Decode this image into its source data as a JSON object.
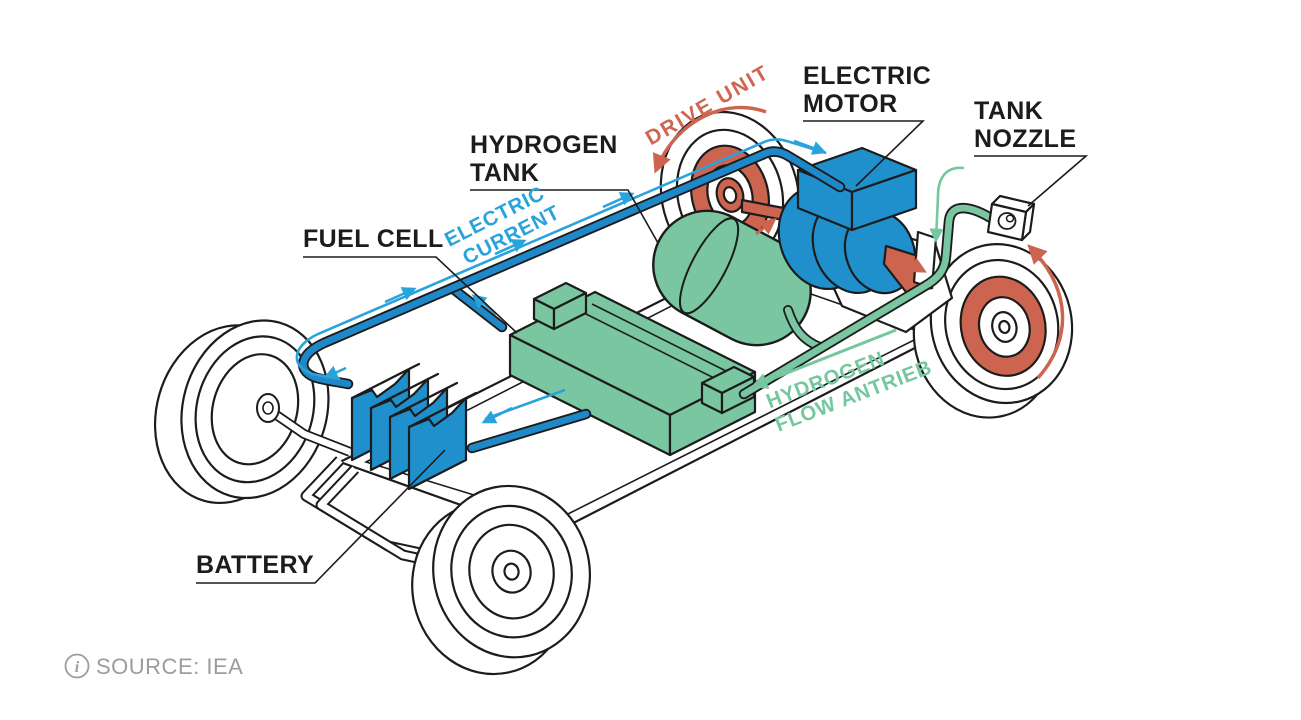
{
  "labels": {
    "hydrogen_tank": {
      "line1": "HYDROGEN",
      "line2": "TANK"
    },
    "fuel_cell": "FUEL CELL",
    "electric_motor": {
      "line1": "ELECTRIC",
      "line2": "MOTOR"
    },
    "tank_nozzle": {
      "line1": "TANK",
      "line2": "NOZZLE"
    },
    "battery": "BATTERY"
  },
  "annotations": {
    "drive_unit": {
      "text": "DRIVE UNIT",
      "color": "#d0664f"
    },
    "electric_current": {
      "line1": "ELECTRIC",
      "line2": "CURRENT",
      "color": "#29a3dc"
    },
    "hydrogen_flow": {
      "line1": "HYDROGEN",
      "line2": "FLOW ANTRIEB",
      "color": "#74c79e"
    }
  },
  "footer": {
    "info_glyph": "i",
    "source": "SOURCE: IEA"
  },
  "colors": {
    "component_blue": "#2090cd",
    "pipe_blue": "#1f88c9",
    "arrow_light_blue": "#29a3dc",
    "component_green": "#79c6a0",
    "arrow_green": "#74c79e",
    "accent_orange": "#cd6450",
    "outline_black": "#1c1c1c",
    "source_gray": "#9c9c9c",
    "background": "#ffffff"
  }
}
